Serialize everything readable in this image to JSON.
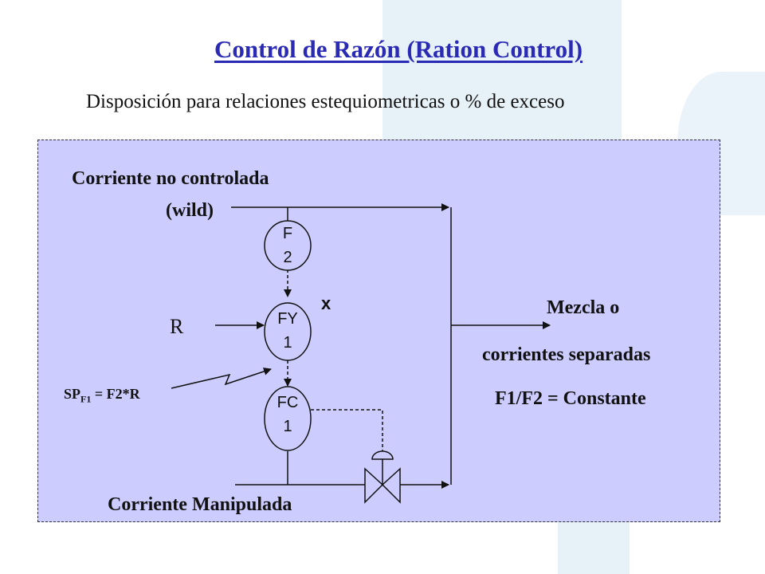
{
  "title": "Control de Razón  (Ration Control)",
  "subtitle": "Disposición para relaciones estequiometricas o % de exceso",
  "diagram": {
    "wild_stream_line1": "Corriente no controlada",
    "wild_stream_line2": "(wild)",
    "manipulated_stream": "Corriente Manipulada",
    "ratio_input": "R",
    "setpoint_main": "SP",
    "setpoint_sub": "F1",
    "setpoint_rest": " = F2*R",
    "multiply_symbol": "x",
    "mix_line1": "Mezcla o",
    "mix_line2": "corrientes separadas",
    "mix_line3": "F1/F2 = Constante",
    "instruments": [
      {
        "tag": "F",
        "number": "2"
      },
      {
        "tag": "FY",
        "number": "1"
      },
      {
        "tag": "FC",
        "number": "1"
      }
    ]
  },
  "colors": {
    "title": "#2a2ab4",
    "panel": "#ccccff",
    "instrument_fill": "#ccccff",
    "line": "#111111"
  }
}
